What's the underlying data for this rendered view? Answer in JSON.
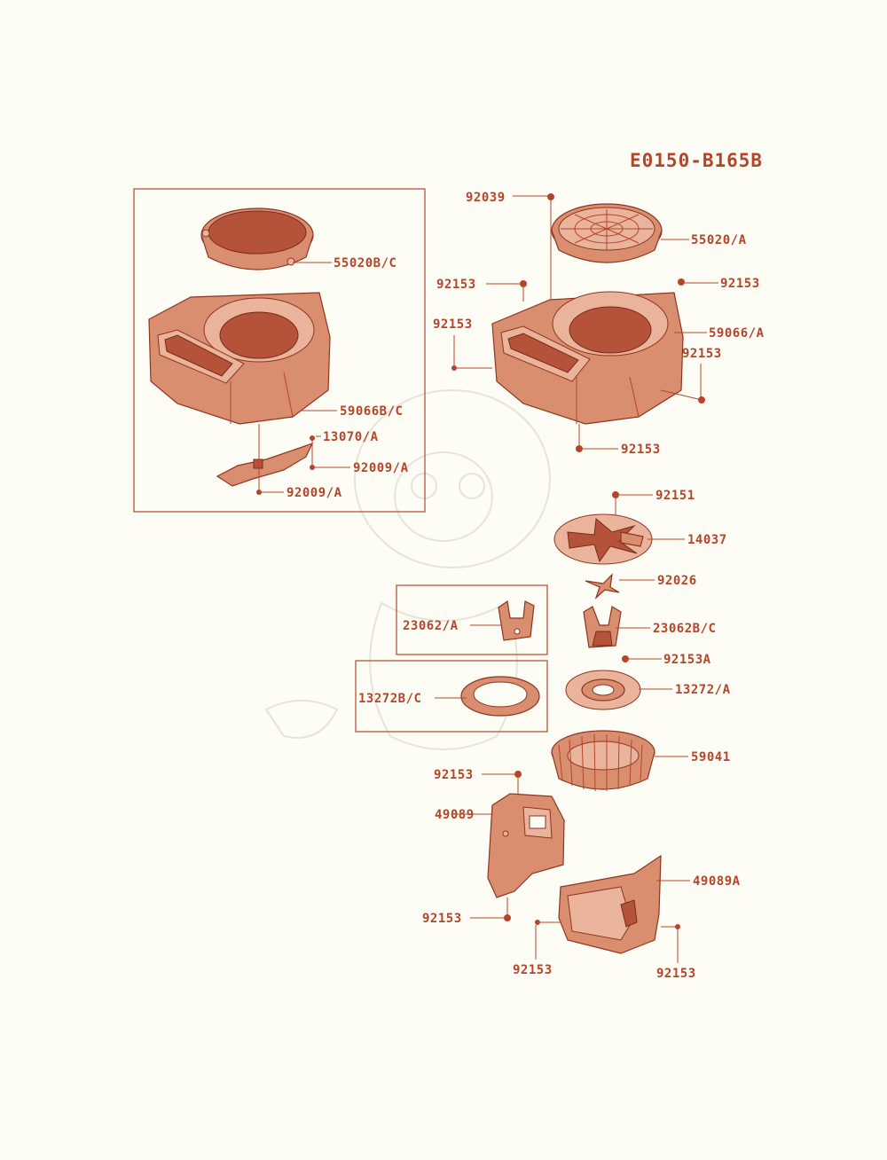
{
  "diagram_code": "E0150-B165B",
  "labels": {
    "l55020bc": "55020B/C",
    "l59066bc": "59066B/C",
    "l13070a": "13070/A",
    "l92009a_1": "92009/A",
    "l92009a_2": "92009/A",
    "l92039": "92039",
    "l55020a": "55020/A",
    "l92153_tl": "92153",
    "l92153_tr": "92153",
    "l92153_ml": "92153",
    "l59066a": "59066/A",
    "l92153_r": "92153",
    "l92153_b": "92153",
    "l92151": "92151",
    "l14037": "14037",
    "l92026": "92026",
    "l23062a": "23062/A",
    "l23062bc": "23062B/C",
    "l92153a": "92153A",
    "l13272bc": "13272B/C",
    "l13272a": "13272/A",
    "l59041": "59041",
    "l92153_c": "92153",
    "l49089": "49089",
    "l49089a": "49089A",
    "l92153_ll": "92153",
    "l92153_bl": "92153",
    "l92153_br": "92153"
  },
  "colors": {
    "ink": "#b5452a",
    "part_fill": "#d98e6f",
    "background": "#fdfdf5"
  }
}
